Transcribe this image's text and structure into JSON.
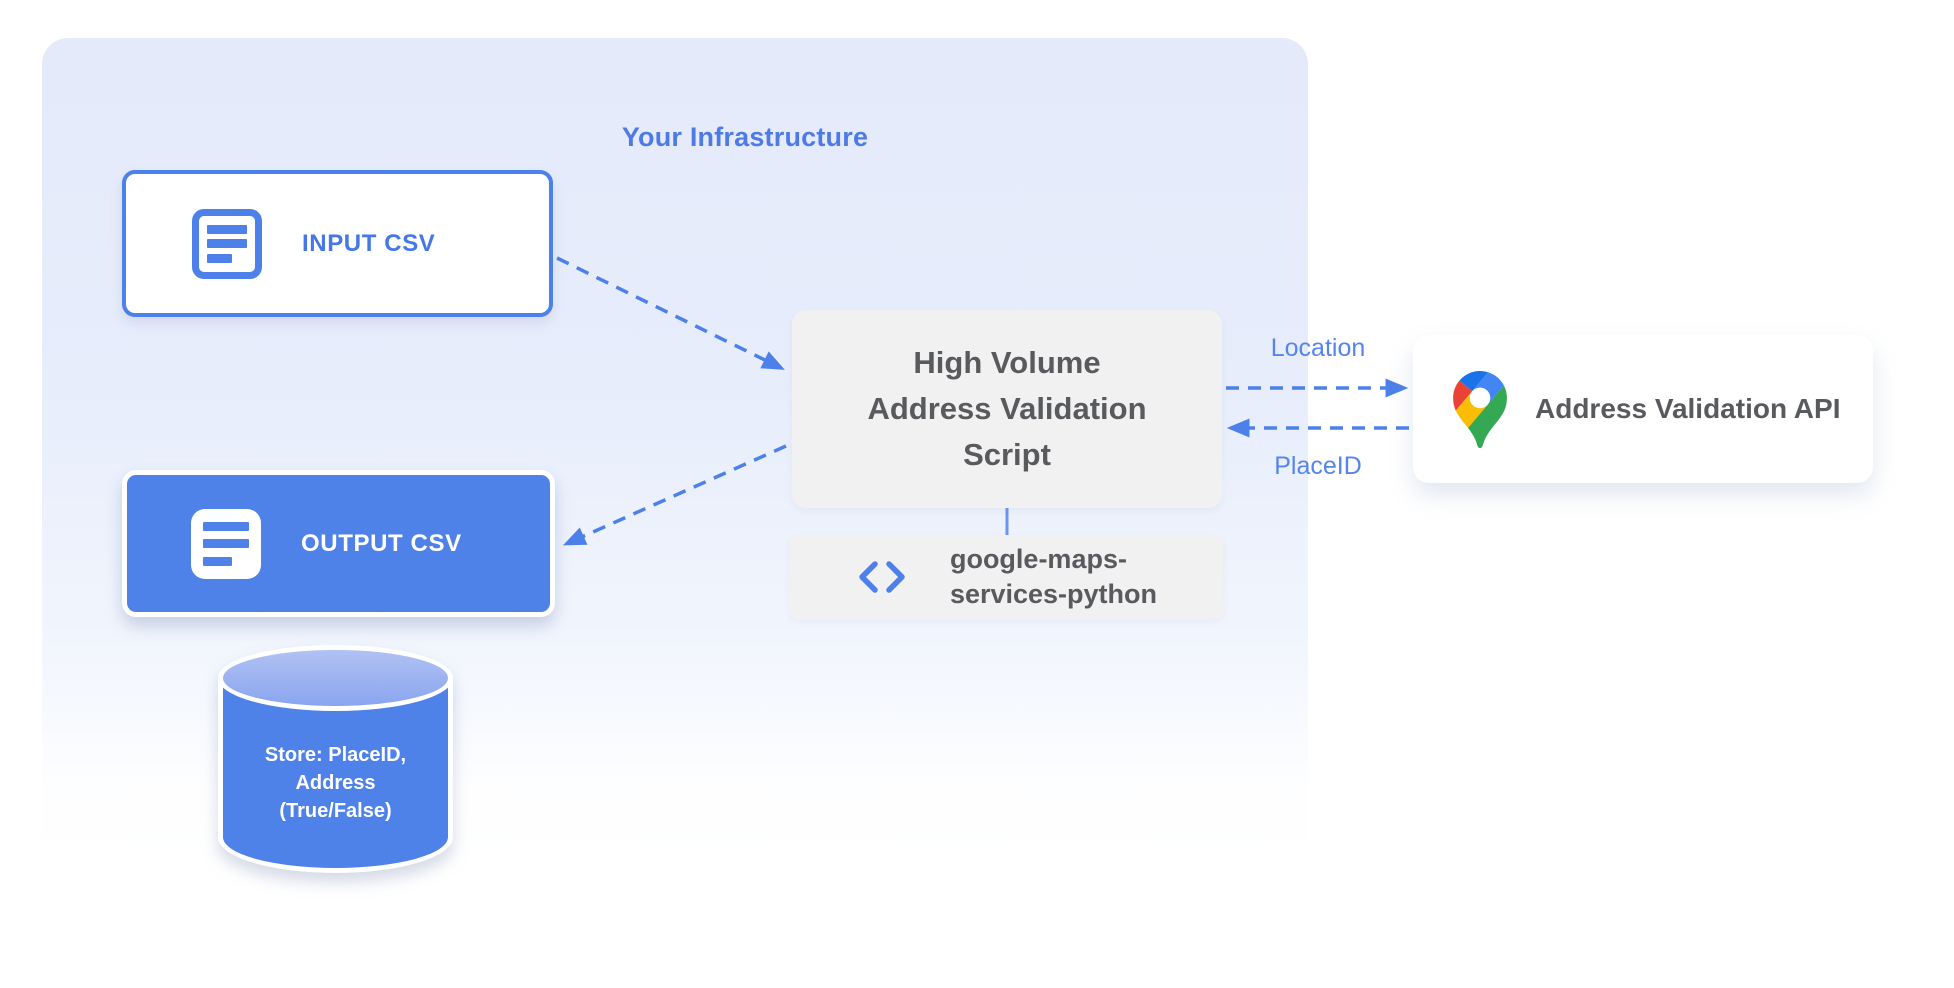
{
  "infrastructure": {
    "title": "Your Infrastructure"
  },
  "nodes": {
    "input_csv": {
      "label": "INPUT CSV",
      "icon": "document-outline-icon"
    },
    "output_csv": {
      "label": "OUTPUT CSV",
      "icon": "document-filled-icon"
    },
    "script": {
      "lines": [
        "High Volume",
        "Address Validation",
        "Script"
      ]
    },
    "library": {
      "icon": "code-icon",
      "lines": [
        "google-maps-",
        "services-python"
      ]
    },
    "api": {
      "label": "Address Validation API",
      "icon": "google-maps-pin-icon"
    },
    "datastore": {
      "lines": [
        "Store: PlaceID,",
        "Address",
        "(True/False)"
      ]
    }
  },
  "edges": {
    "location_label": "Location",
    "placeid_label": "PlaceID"
  },
  "colors": {
    "blue": "#4d80e8",
    "container_blue": "#e4eafa",
    "gray_box": "#f1f1f2",
    "dark_text": "#595a5e",
    "pin_blue_dark": "#1a73e8",
    "pin_blue": "#4285f4",
    "pin_red": "#ea4335",
    "pin_yellow": "#fbbc04",
    "pin_green": "#34a853"
  }
}
